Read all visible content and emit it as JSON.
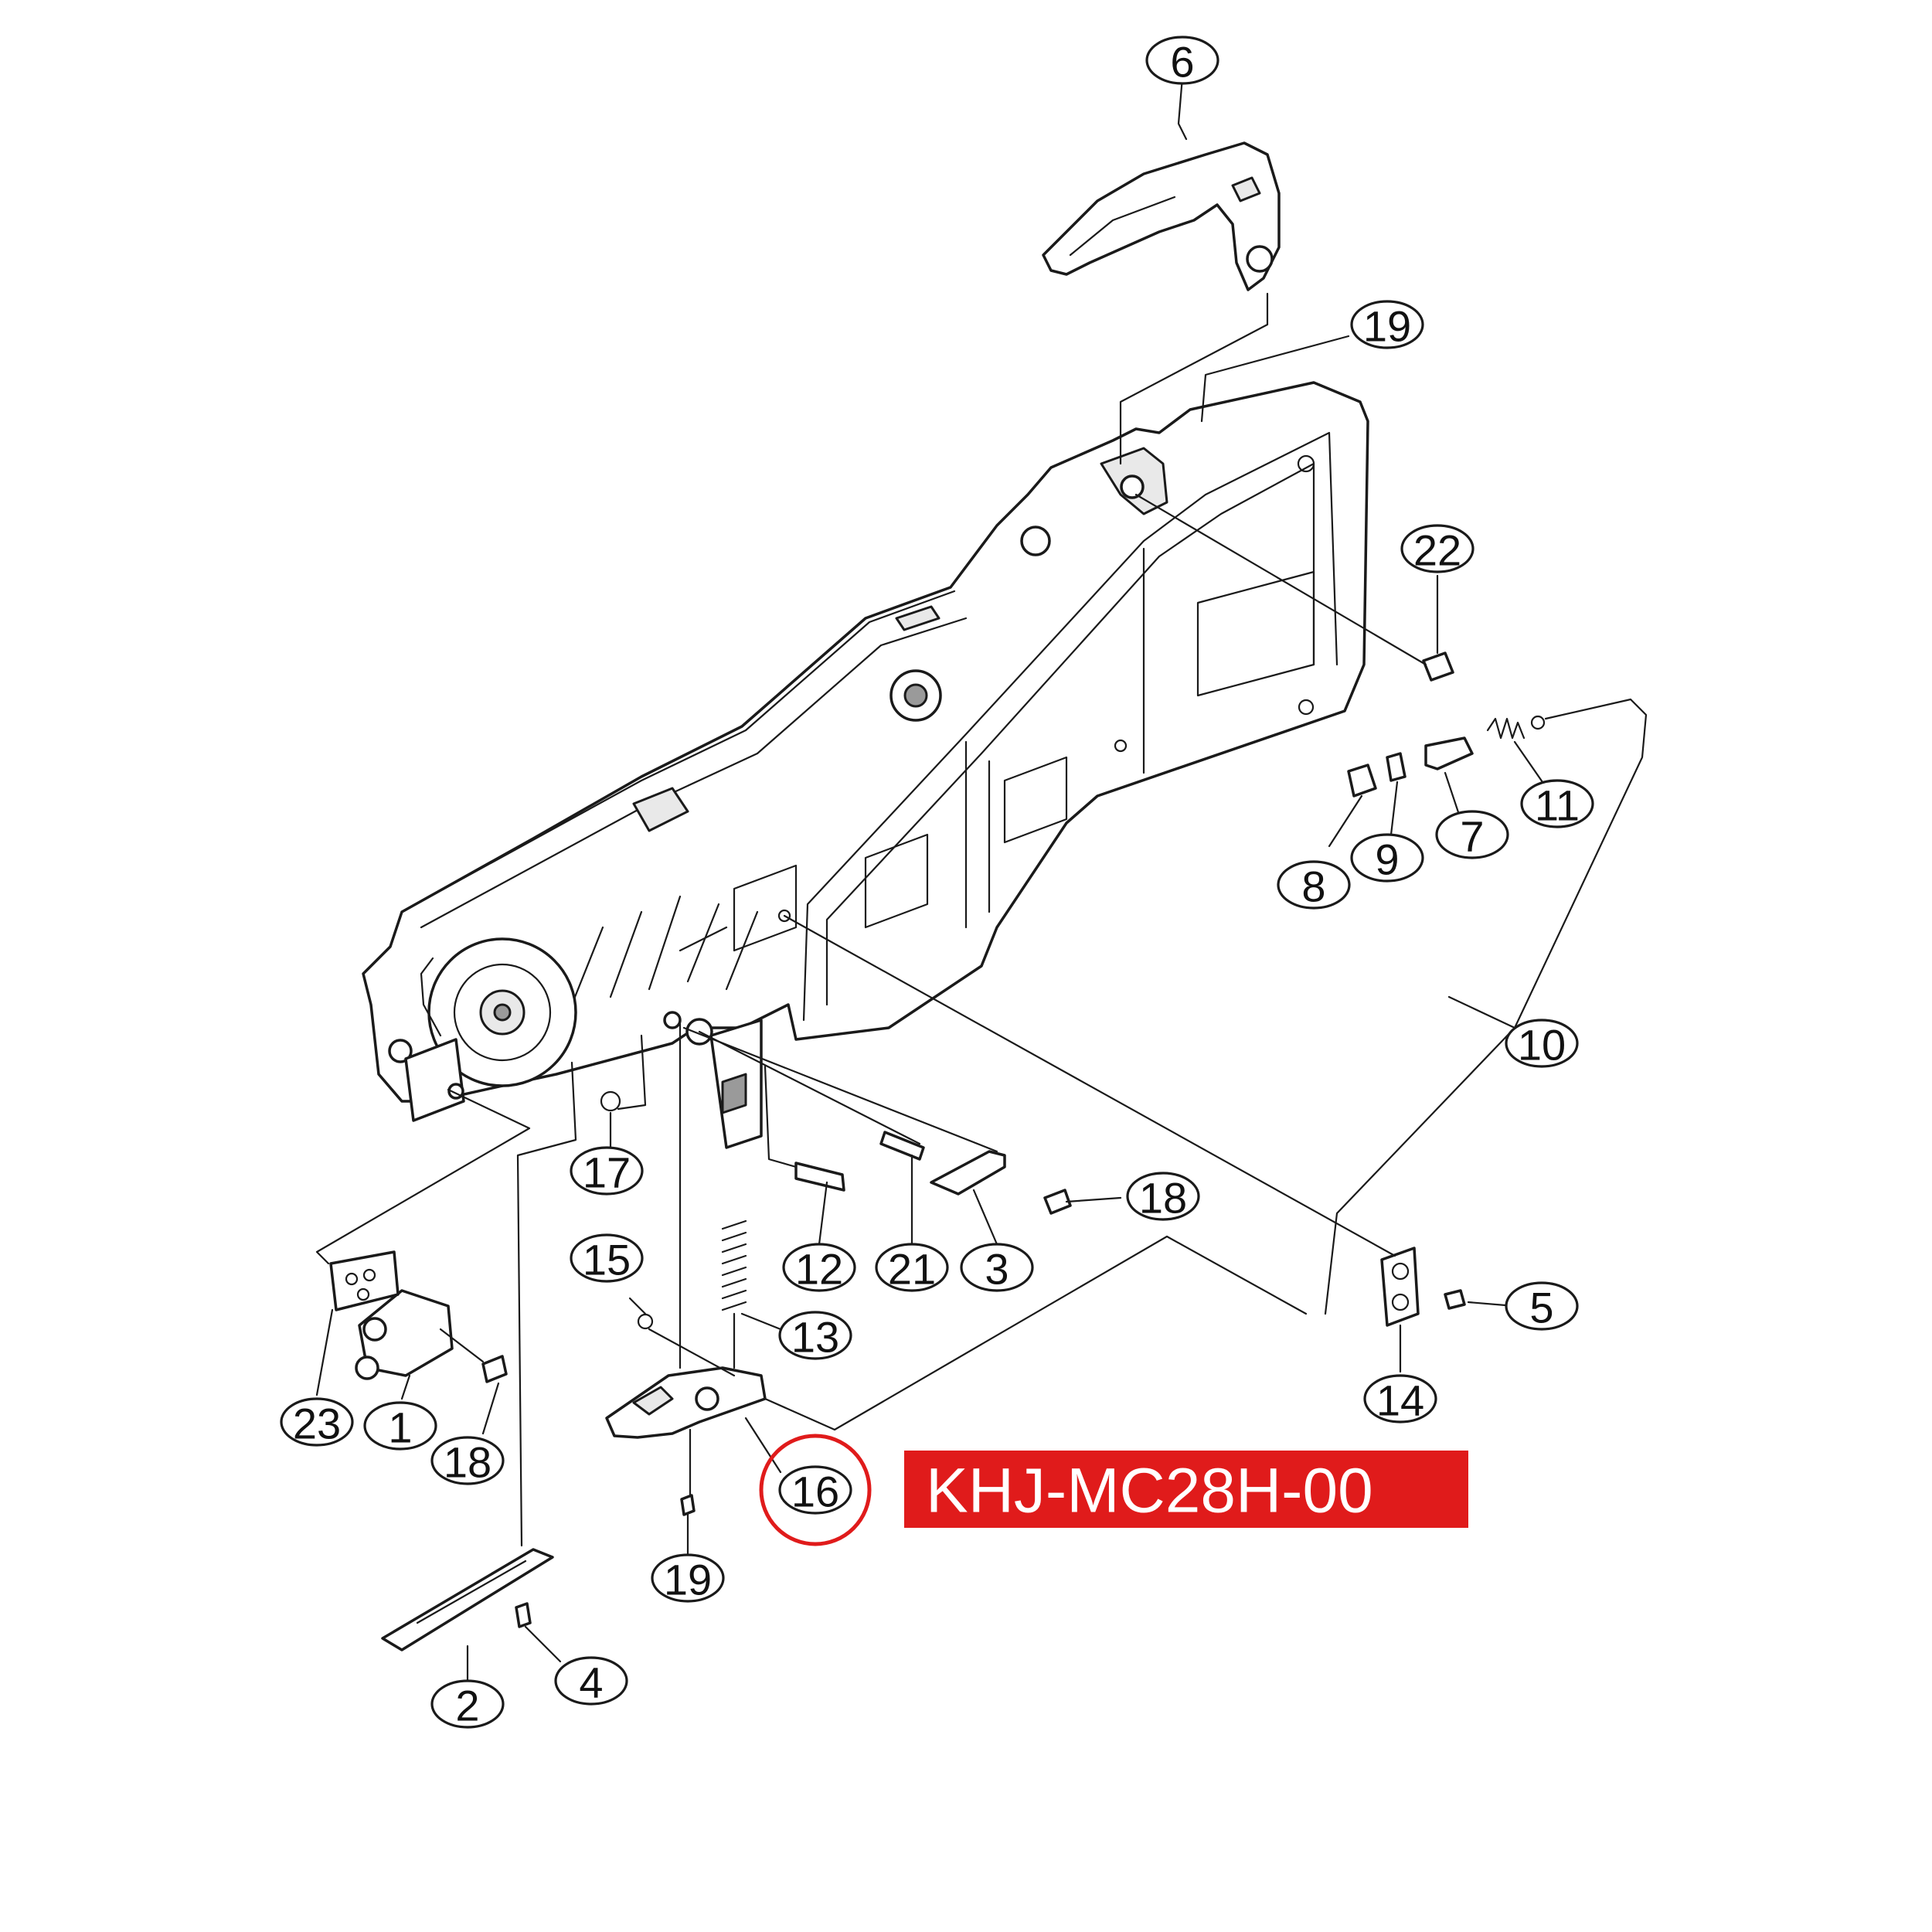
{
  "callouts": [
    {
      "label": "6"
    },
    {
      "label": "19"
    },
    {
      "label": "22"
    },
    {
      "label": "11"
    },
    {
      "label": "7"
    },
    {
      "label": "9"
    },
    {
      "label": "8"
    },
    {
      "label": "10"
    },
    {
      "label": "17"
    },
    {
      "label": "18"
    },
    {
      "label": "15"
    },
    {
      "label": "12"
    },
    {
      "label": "21"
    },
    {
      "label": "3"
    },
    {
      "label": "13"
    },
    {
      "label": "5"
    },
    {
      "label": "14"
    },
    {
      "label": "23"
    },
    {
      "label": "1"
    },
    {
      "label": "18"
    },
    {
      "label": "16"
    },
    {
      "label": "19"
    },
    {
      "label": "4"
    },
    {
      "label": "2"
    }
  ],
  "highlight": {
    "part_label": "16",
    "color": "#e01b1b"
  },
  "part_code": {
    "text": "KHJ-MC28H-00",
    "background": "#e01b1b",
    "text_color": "#ffffff"
  }
}
